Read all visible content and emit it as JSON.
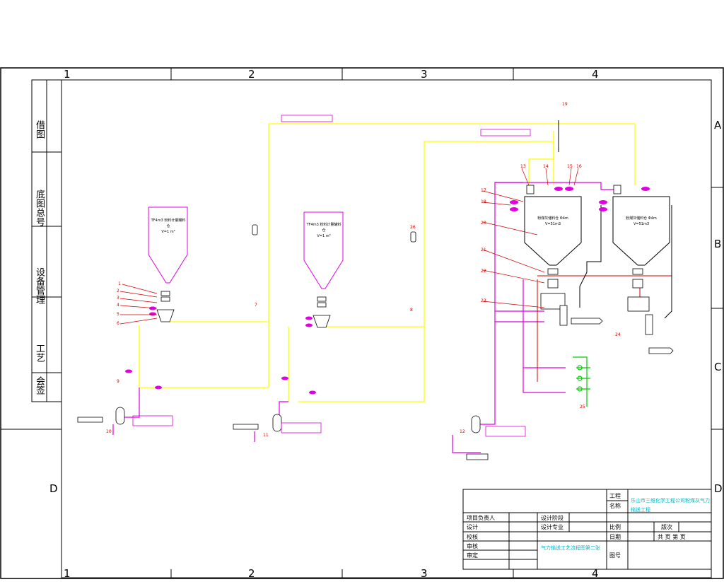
{
  "grid": {
    "columns": [
      "1",
      "2",
      "3",
      "4"
    ],
    "rows": [
      "A",
      "B",
      "C",
      "D"
    ]
  },
  "side_block": [
    "借图",
    "底图总号",
    "设备管理",
    "工艺",
    "会签"
  ],
  "silos": [
    {
      "label": "TF4m3 粉料计量罐料仓",
      "volume": "V=1 m³"
    },
    {
      "label": "TF4m3 粉料计量罐料仓",
      "volume": "V=1 m³"
    },
    {
      "label": "粉煤灰储料仓 Φ4m",
      "volume": "V=51m3"
    },
    {
      "label": "粉煤灰储料仓 Φ4m",
      "volume": "V=51m3"
    }
  ],
  "callouts": [
    "1",
    "2",
    "3",
    "4",
    "5",
    "6",
    "7",
    "8",
    "9",
    "10",
    "11",
    "12",
    "13",
    "14",
    "15",
    "16",
    "17",
    "18",
    "19",
    "20",
    "21",
    "22",
    "23",
    "24",
    "25",
    "26"
  ],
  "title_block": {
    "project": "乐山市三维化学工程公司粉煤灰气力输送工程",
    "drawing_name": "气力输送工艺流程图第二张",
    "fields": [
      "项目负责人",
      "设计",
      "校核",
      "审核",
      "审定",
      "设计阶段",
      "设计专业",
      "比例",
      "日期",
      "图号",
      "版次",
      "共 页 第 页",
      "名称",
      "工程"
    ]
  },
  "colors": {
    "frame": "#000000",
    "pipe_yellow": "#ffff00",
    "pipe_magenta": "#e000e0",
    "leader_red": "#d00000",
    "valve_green": "#00cc00",
    "text_cyan": "#00b8c8"
  }
}
